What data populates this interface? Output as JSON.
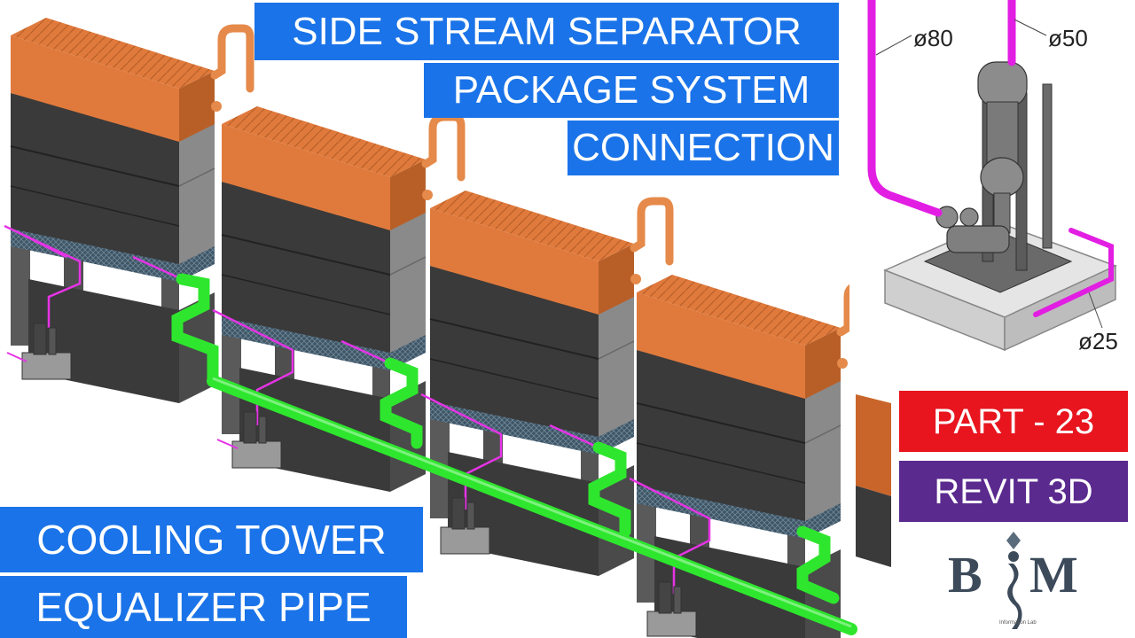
{
  "title_lines": [
    "SIDE STREAM SEPARATOR",
    "PACKAGE SYSTEM",
    "CONNECTION"
  ],
  "caption_lines": [
    "COOLING TOWER",
    "EQUALIZER PIPE"
  ],
  "badges": {
    "part": "PART - 23",
    "software": "REVIT 3D"
  },
  "inset": {
    "pipe_sizes": [
      "ø80",
      "ø50",
      "ø25"
    ]
  },
  "logo": {
    "letters": [
      "B",
      "M"
    ],
    "subtitle": "Information Lab"
  },
  "colors": {
    "title_bg": "#1a73e8",
    "part_badge": "#e8141e",
    "revit_badge": "#5a2a8e",
    "equalizer_pipe": "#2ee62e",
    "separator_pipe": "#e633e6",
    "tower_top": "#e07a3c",
    "tower_body": "#3c3c3c"
  },
  "icons": [
    "cooling-tower",
    "separator-package",
    "bim-logo"
  ]
}
